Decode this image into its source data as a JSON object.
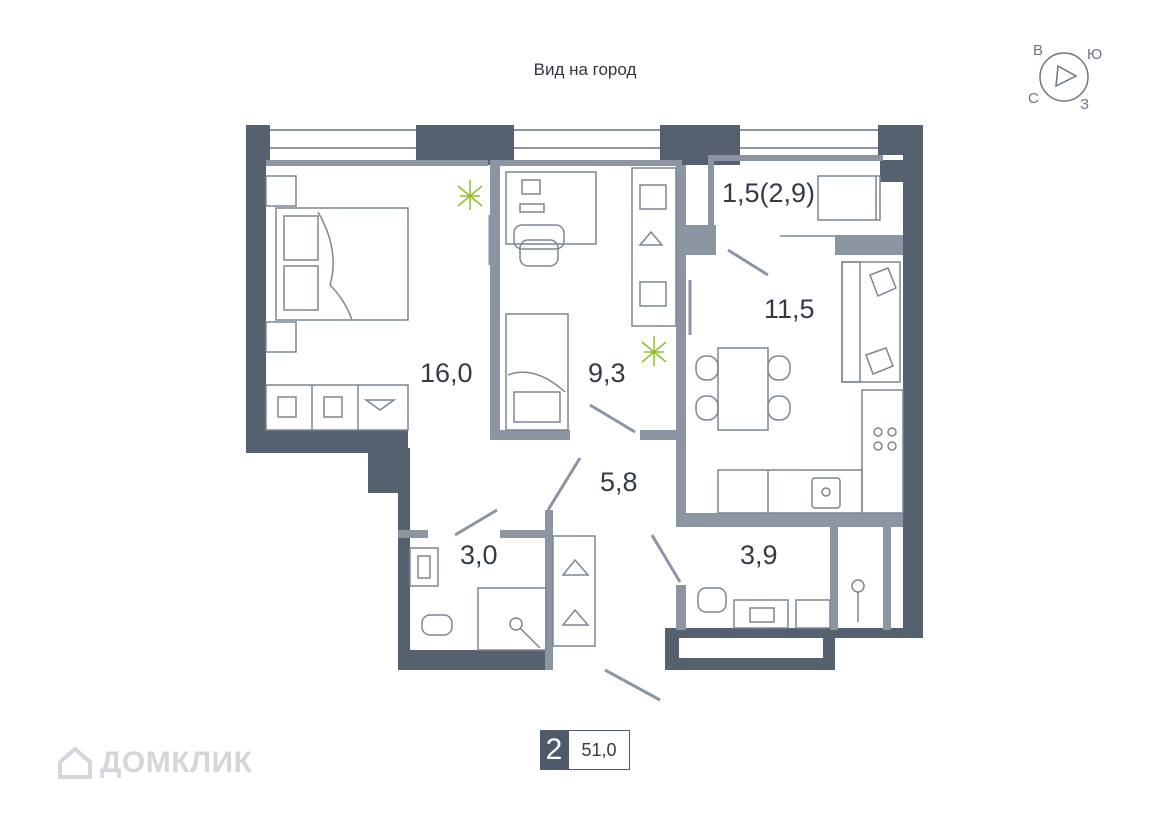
{
  "view_caption": "Вид на город",
  "compass": {
    "north": "В",
    "east": "Ю",
    "south": "З",
    "west": "С"
  },
  "rooms": {
    "bedroom": "16,0",
    "kids_room": "9,3",
    "balcony": "1,5(2,9)",
    "kitchen_living": "11,5",
    "hallway": "5,8",
    "bathroom": "3,0",
    "wc_laundry": "3,9"
  },
  "summary": {
    "room_count": "2",
    "total_area": "51,0"
  },
  "watermark": "ДОМКЛИК",
  "colors": {
    "wall": "#56616f",
    "wall_light": "#8c95a2",
    "furniture": "#7c8693",
    "plant": "#8fbf2e"
  }
}
